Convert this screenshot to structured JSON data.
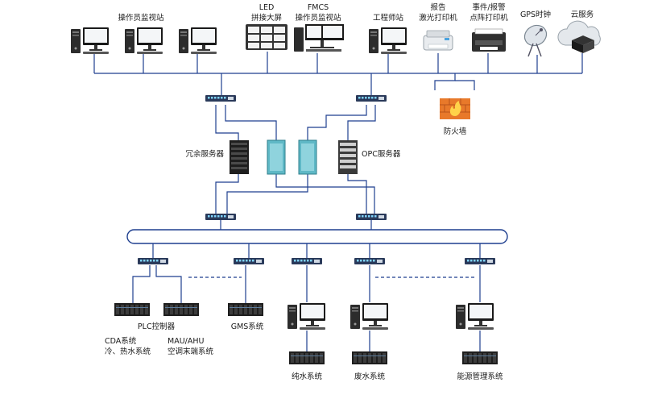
{
  "labels": {
    "operator_stations": "操作员监视站",
    "led_line1": "LED",
    "led_line2": "拼接大屏",
    "fmcs_line1": "FMCS",
    "fmcs_line2": "操作员监视站",
    "engineer_station": "工程师站",
    "report_line1": "报告",
    "report_line2": "激光打印机",
    "event_line1": "事件/报警",
    "event_line2": "点阵打印机",
    "gps_clock": "GPS时钟",
    "cloud_service": "云服务",
    "firewall": "防火墙",
    "redundant_server": "冗余服务器",
    "opc_server": "OPC服务器",
    "plc_controller": "PLC控制器",
    "gms_system": "GMS系统",
    "cda_line1": "CDA系统",
    "cda_line2": "冷、热水系统",
    "mau_line1": "MAU/AHU",
    "mau_line2": "空调末端系统",
    "pure_water": "纯水系统",
    "waste_water": "废水系统",
    "energy_mgmt": "能源管理系统"
  },
  "colors": {
    "line": "#1f3f8f",
    "switch_body": "#2a3a5a",
    "server_teal": "#5fb8c6",
    "firewall": "#e8792a",
    "ring_fill": "#ffffff"
  }
}
